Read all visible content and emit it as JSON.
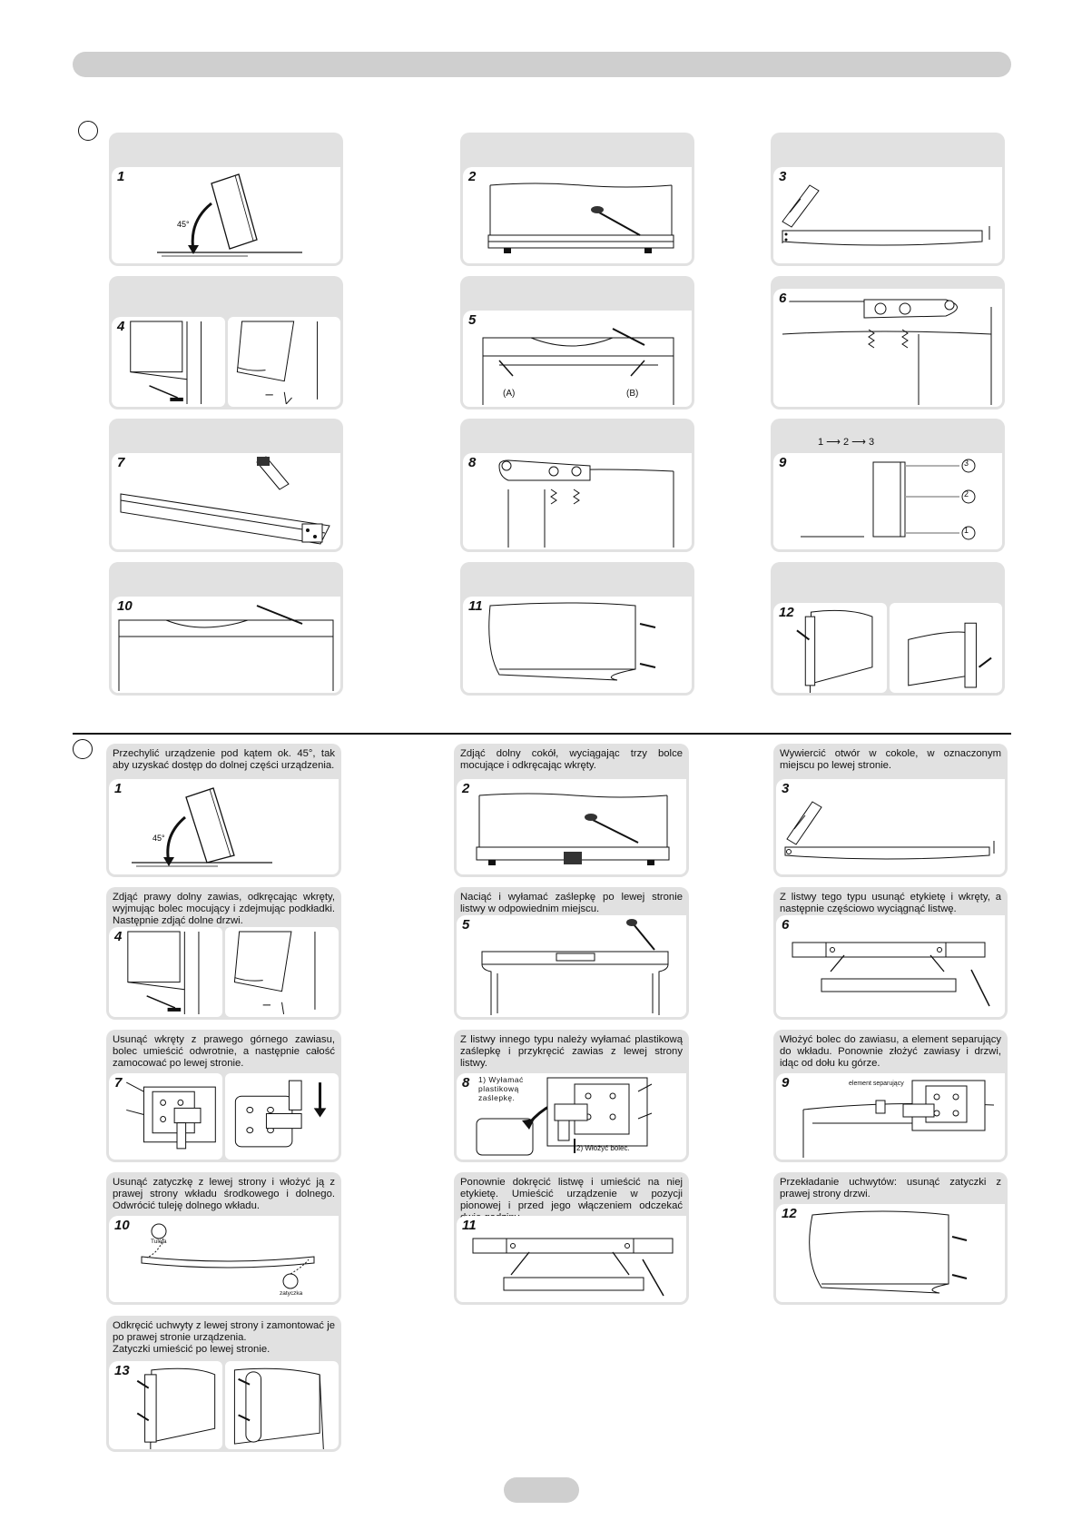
{
  "top_steps": [
    {
      "num": "1",
      "angle": "45°"
    },
    {
      "num": "2"
    },
    {
      "num": "3"
    },
    {
      "num": "4"
    },
    {
      "num": "5",
      "label_a": "(A)",
      "label_b": "(B)"
    },
    {
      "num": "6"
    },
    {
      "num": "7"
    },
    {
      "num": "8"
    },
    {
      "num": "9",
      "sequence": "1 ⟶ 2 ⟶ 3",
      "m1": "1",
      "m2": "2",
      "m3": "3"
    },
    {
      "num": "10"
    },
    {
      "num": "11"
    },
    {
      "num": "12"
    }
  ],
  "bottom_steps": [
    {
      "num": "1",
      "caption": "Przechylić urządzenie pod kątem ok. 45°, tak aby uzyskać dostęp do dolnej części urządzenia.",
      "angle": "45°"
    },
    {
      "num": "2",
      "caption": "Zdjąć dolny cokół, wyciągając trzy bolce mocujące i odkręcając wkręty."
    },
    {
      "num": "3",
      "caption": "Wywiercić otwór w cokole, w oznaczonym miejscu po lewej stronie."
    },
    {
      "num": "4",
      "caption": "Zdjąć prawy dolny zawias, odkręcając wkręty, wyjmując bolec mocujący i zdejmując podkładki. Następnie zdjąć dolne drzwi."
    },
    {
      "num": "5",
      "caption": "Naciąć i wyłamać zaślepkę po lewej stronie listwy w odpowiednim miejscu."
    },
    {
      "num": "6",
      "caption": "Z listwy tego typu usunąć etykietę i wkręty, a następnie częściowo wyciągnąć listwę."
    },
    {
      "num": "7",
      "caption": "Usunąć wkręty z prawego górnego zawiasu, bolec umieścić odwrotnie, a następnie całość zamocować po lewej stronie."
    },
    {
      "num": "8",
      "caption": "Z listwy innego typu należy wyłamać plastikową zaślepkę i przykręcić zawias z lewej strony listwy.",
      "label_1": "1) Wyłamać plastikową zaślepkę.",
      "label_2": "2) Włożyć bolec."
    },
    {
      "num": "9",
      "caption": "Włożyć bolec do zawiasu, a element separujący do wkładu. Ponownie złożyć zawiasy i drzwi, idąc od dołu ku górze.",
      "label": "element separujący"
    },
    {
      "num": "10",
      "caption": "Usunąć zatyczkę z lewej strony i włożyć ją z prawej strony wkładu środkowego i dolnego. Odwrócić tuleję dolnego wkładu.",
      "label_a": "Tuleja",
      "label_b": "zatyczka"
    },
    {
      "num": "11",
      "caption": "Ponownie dokręcić listwę i umieścić na niej etykietę. Umieścić urządzenie w pozycji pionowej i przed jego włączeniem odczekać dwie godziny."
    },
    {
      "num": "12",
      "caption": "Przekładanie uchwytów: usunąć zatyczki z prawej strony drzwi."
    },
    {
      "num": "13",
      "caption": "Odkręcić uchwyty z lewej strony i zamontować je po prawej stronie urządzenia.\nZatyczki umieścić po lewej stronie."
    }
  ]
}
